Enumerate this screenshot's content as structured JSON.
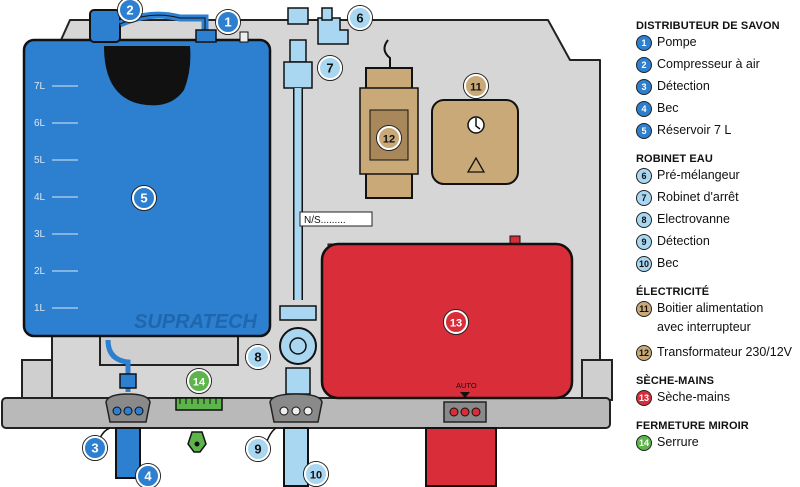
{
  "colors": {
    "soap": "#2d7fd0",
    "water": "#a9d7f2",
    "electric": "#c9a977",
    "dryer": "#d92e3a",
    "mirror": "#5cb44a",
    "plate": "#d6d6d6",
    "shelf": "#b9b9b9"
  },
  "diagram": {
    "tank_marks": [
      "7L",
      "6L",
      "5L",
      "4L",
      "3L",
      "2L",
      "1L"
    ],
    "brand": "SUPRATECH",
    "serial": "N/S.........",
    "dryer_mode": "AUTO",
    "callouts": [
      {
        "num": "1",
        "icon": "soap-callout"
      },
      {
        "num": "2",
        "icon": "soap-callout"
      },
      {
        "num": "3",
        "icon": "soap-callout"
      },
      {
        "num": "4",
        "icon": "soap-callout"
      },
      {
        "num": "5",
        "icon": "soap-callout"
      },
      {
        "num": "6",
        "icon": "water-callout"
      },
      {
        "num": "7",
        "icon": "water-callout"
      },
      {
        "num": "8",
        "icon": "water-callout"
      },
      {
        "num": "9",
        "icon": "water-callout"
      },
      {
        "num": "10",
        "icon": "water-callout"
      },
      {
        "num": "11",
        "icon": "electric-callout"
      },
      {
        "num": "12",
        "icon": "electric-callout"
      },
      {
        "num": "13",
        "icon": "dryer-callout"
      },
      {
        "num": "14",
        "icon": "mirror-callout"
      }
    ]
  },
  "legend": {
    "soap": {
      "title": "DISTRIBUTEUR DE SAVON",
      "items": [
        {
          "num": "1",
          "label": "Pompe"
        },
        {
          "num": "2",
          "label": "Compresseur à air"
        },
        {
          "num": "3",
          "label": "Détection"
        },
        {
          "num": "4",
          "label": "Bec"
        },
        {
          "num": "5",
          "label": "Réservoir 7 L"
        }
      ]
    },
    "water": {
      "title": "ROBINET EAU",
      "items": [
        {
          "num": "6",
          "label": "Pré-mélangeur"
        },
        {
          "num": "7",
          "label": "Robinet d'arrêt"
        },
        {
          "num": "8",
          "label": "Electrovanne"
        },
        {
          "num": "9",
          "label": "Détection"
        },
        {
          "num": "10",
          "label": "Bec"
        }
      ]
    },
    "electric": {
      "title": "ÉLECTRICITÉ",
      "items": [
        {
          "num": "11",
          "line1": "Boitier alimentation",
          "line2": "avec interrupteur"
        },
        {
          "num": "12",
          "label": "Transformateur 230/12V"
        }
      ]
    },
    "dryer": {
      "title": "SÈCHE-MAINS",
      "items": [
        {
          "num": "13",
          "label": "Sèche-mains"
        }
      ]
    },
    "mirror": {
      "title": "FERMETURE MIROIR",
      "items": [
        {
          "num": "14",
          "label": "Serrure"
        }
      ]
    }
  }
}
